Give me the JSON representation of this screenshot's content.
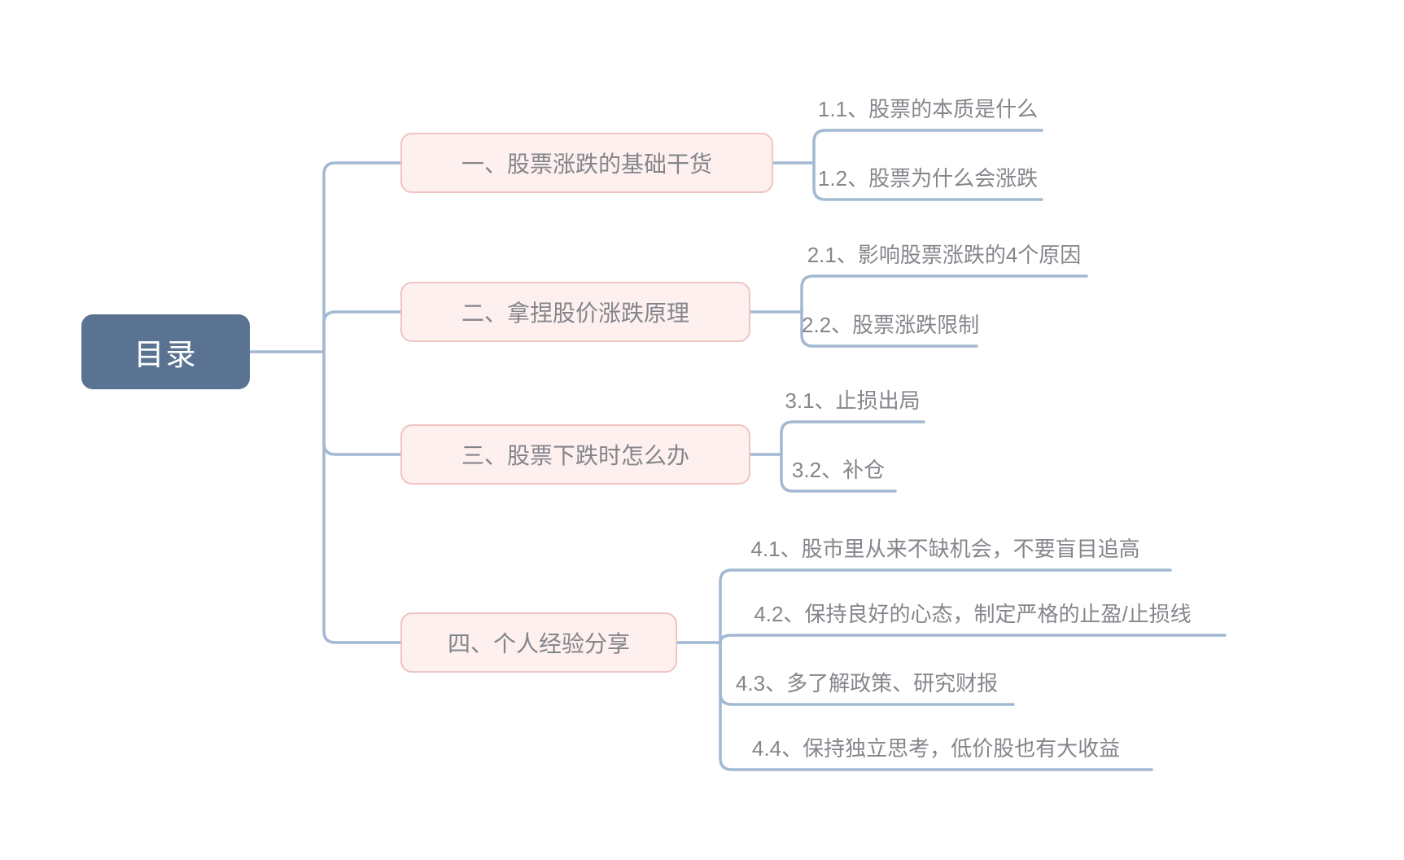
{
  "root": {
    "label": "目录"
  },
  "branches": [
    {
      "label": "一、股票涨跌的基础干货",
      "children": [
        {
          "label": "1.1、股票的本质是什么"
        },
        {
          "label": "1.2、股票为什么会涨跌"
        }
      ]
    },
    {
      "label": "二、拿捏股价涨跌原理",
      "children": [
        {
          "label": "2.1、影响股票涨跌的4个原因"
        },
        {
          "label": "2.2、股票涨跌限制"
        }
      ]
    },
    {
      "label": "三、股票下跌时怎么办",
      "children": [
        {
          "label": "3.1、止损出局"
        },
        {
          "label": "3.2、补仓"
        }
      ]
    },
    {
      "label": "四、个人经验分享",
      "children": [
        {
          "label": "4.1、股市里从来不缺机会，不要盲目追高"
        },
        {
          "label": "4.2、保持良好的心态，制定严格的止盈/止损线"
        },
        {
          "label": "4.3、多了解政策、研究财报"
        },
        {
          "label": "4.4、保持独立思考，低价股也有大收益"
        }
      ]
    }
  ],
  "colors": {
    "root_fill": "#5b7392",
    "root_text": "#ffffff",
    "branch_fill": "#fdf0ef",
    "branch_border": "#efc4c2",
    "branch_text": "#84858b",
    "subtopic_text": "#85868c",
    "connector": "#a2b9d1",
    "background": "#ffffff"
  }
}
